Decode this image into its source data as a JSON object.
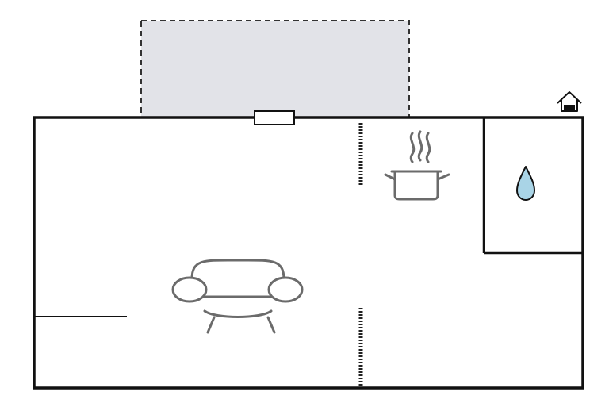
{
  "diagram": {
    "kind": "floor-plan",
    "icons": [
      "house-icon",
      "sofa-icon",
      "cooking-pot-icon",
      "water-drop-icon"
    ],
    "colors": {
      "background": "#ffffff",
      "wall": "#111111",
      "furniture": "#6b6b6b",
      "outdoor_area_fill": "#e2e3e8",
      "outdoor_area_border": "#333333",
      "water_drop": "#a9d4e6"
    },
    "regions": [
      {
        "id": "outdoor-area",
        "style": "dashed",
        "fill": "shaded"
      },
      {
        "id": "living-room",
        "icon": "sofa-icon"
      },
      {
        "id": "kitchen",
        "icon": "cooking-pot-icon"
      },
      {
        "id": "bathroom",
        "icon": "water-drop-icon"
      }
    ]
  }
}
